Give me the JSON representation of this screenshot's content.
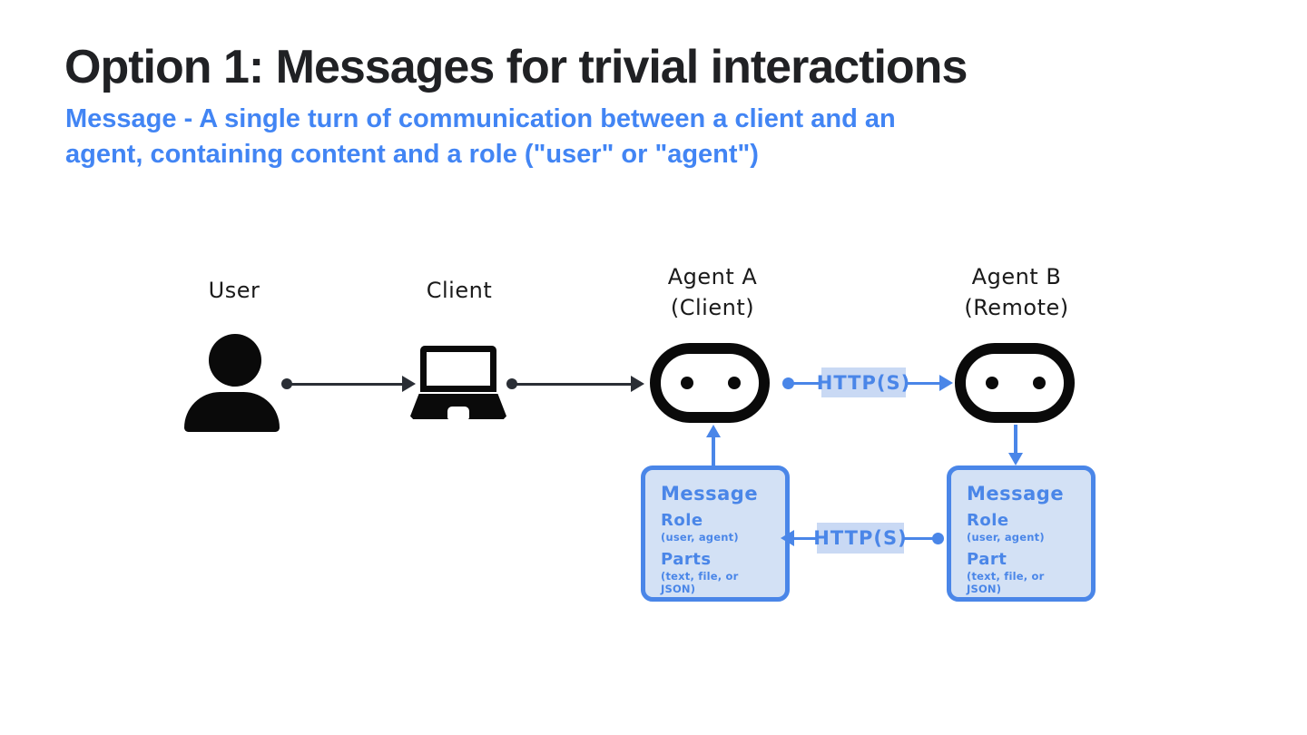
{
  "slide": {
    "title": "Option 1: Messages for trivial interactions",
    "subtitle_line1": "Message - A single turn of communication between a client and an",
    "subtitle_line2": "agent, containing content and a role (\"user\" or \"agent\")"
  },
  "colors": {
    "title_text": "#202124",
    "subtitle_text": "#4285f4",
    "accent_blue": "#4a86e8",
    "http_highlight": "#c9d9f4",
    "box_fill": "#d3e1f5",
    "icon_black": "#0a0a0a"
  },
  "diagram": {
    "user": {
      "label": "User"
    },
    "client": {
      "label": "Client"
    },
    "agent_a": {
      "label": "Agent A",
      "sublabel": "(Client)"
    },
    "agent_b": {
      "label": "Agent B",
      "sublabel": "(Remote)"
    },
    "http_top": {
      "label": "HTTP(S)"
    },
    "http_bottom": {
      "label": "HTTP(S)"
    },
    "message_box_a": {
      "title": "Message",
      "role_label": "Role",
      "role_values": "(user, agent)",
      "parts_label": "Parts",
      "parts_values": "(text, file, or JSON)"
    },
    "message_box_b": {
      "title": "Message",
      "role_label": "Role",
      "role_values": "(user, agent)",
      "parts_label": "Part",
      "parts_values": "(text, file, or JSON)"
    }
  }
}
